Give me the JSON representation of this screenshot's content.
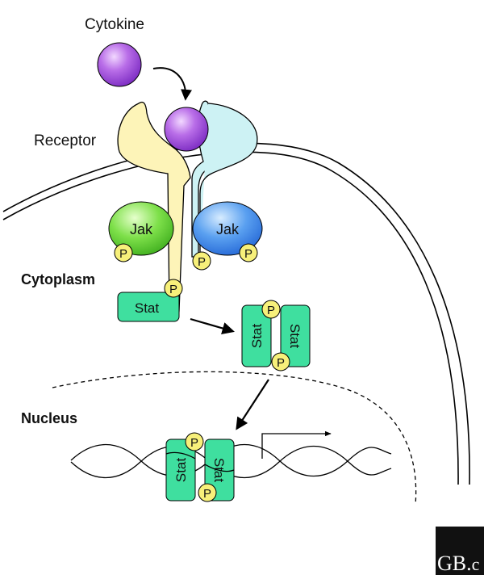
{
  "labels": {
    "cytokine": "Cytokine",
    "receptor": "Receptor",
    "cytoplasm": "Cytoplasm",
    "nucleus": "Nucleus",
    "jak": "Jak",
    "stat": "Stat",
    "phospho": "P"
  },
  "logo": {
    "text_main": "GB.",
    "text_tail": "c"
  },
  "colors": {
    "cytokine": "#9b4fd8",
    "receptor_left": "#fdf4b8",
    "receptor_right": "#cdf2f4",
    "jak_left": "#5fcf3a",
    "jak_right": "#3d86e6",
    "stat": "#3fdf9f",
    "phospho": "#f7f07a",
    "logo_bg": "#111111"
  }
}
